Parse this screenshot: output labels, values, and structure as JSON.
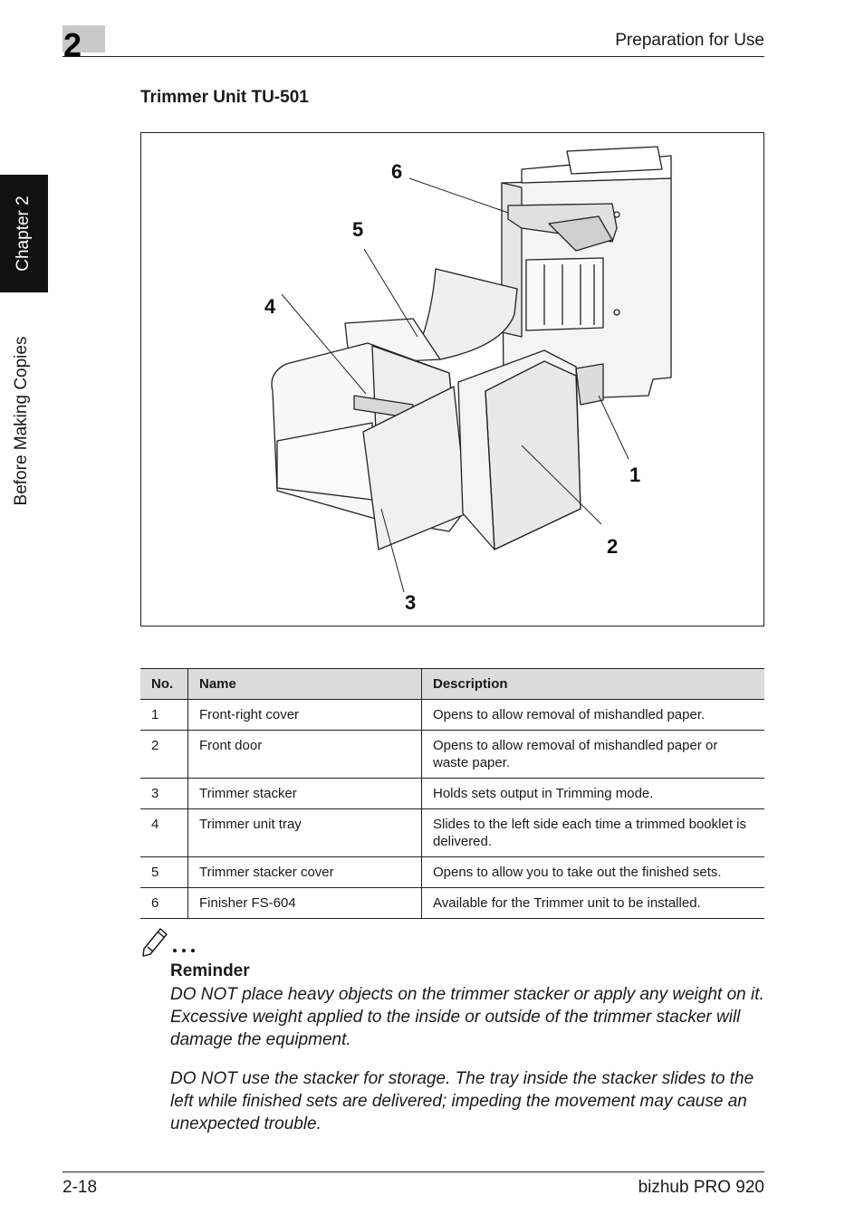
{
  "header": {
    "chapter_number": "2",
    "title": "Preparation for Use"
  },
  "side_tab": {
    "chapter_label": "Chapter 2",
    "section_label": "Before Making Copies"
  },
  "section": {
    "heading": "Trimmer Unit TU-501"
  },
  "figure": {
    "callouts": [
      "1",
      "2",
      "3",
      "4",
      "5",
      "6"
    ]
  },
  "table": {
    "headers": [
      "No.",
      "Name",
      "Description"
    ],
    "rows": [
      {
        "no": "1",
        "name": "Front-right cover",
        "description": "Opens to allow removal of mishandled paper."
      },
      {
        "no": "2",
        "name": "Front door",
        "description": "Opens to allow removal of mishandled paper or waste paper."
      },
      {
        "no": "3",
        "name": "Trimmer stacker",
        "description": "Holds sets output in Trimming mode."
      },
      {
        "no": "4",
        "name": "Trimmer unit tray",
        "description": "Slides to the left side each time a trimmed booklet is delivered."
      },
      {
        "no": "5",
        "name": "Trimmer stacker cover",
        "description": "Opens to allow you to take out the finished sets."
      },
      {
        "no": "6",
        "name": "Finisher FS-604",
        "description": "Available for the Trimmer unit to be installed."
      }
    ]
  },
  "note": {
    "icon": "pencil-note-icon",
    "title": "Reminder",
    "paragraphs": [
      "DO NOT place heavy objects on the trimmer stacker or apply any weight on it. Excessive weight applied to the inside or outside of the trimmer stacker will damage the equipment.",
      "DO NOT use the stacker for storage. The tray inside the stacker slides to the left while finished sets are delivered; impeding the movement may cause an unexpected trouble."
    ]
  },
  "footer": {
    "page": "2-18",
    "product": "bizhub PRO 920"
  }
}
